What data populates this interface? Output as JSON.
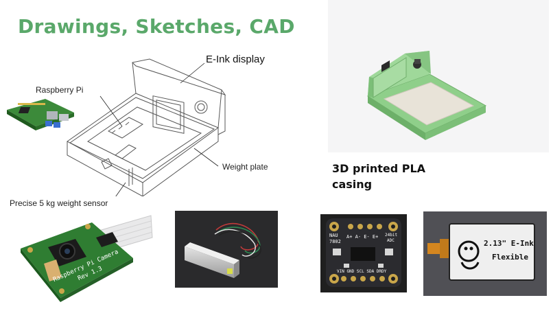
{
  "slide": {
    "title": "Drawings, Sketches, CAD",
    "caption_line1": "3D printed PLA",
    "caption_line2": "casing"
  },
  "drawing_labels": {
    "eink": "E-Ink display",
    "raspberry_pi": "Raspberry Pi",
    "weight_plate": "Weight plate",
    "sensor": "Precise 5 kg weight sensor"
  },
  "photo_text": {
    "camera_brand": "Raspberry Pi Camera",
    "camera_rev": "Rev 1.3",
    "adc_brand": "NAU",
    "adc_model": "7802",
    "adc_pins_top": "A+ A- E- E+",
    "adc_pins_bottom": "VIN GND SCL SDA DRDY",
    "adc_bits": "24bit",
    "adc_type": "ADC",
    "eink_size": "2.13\" E-Ink",
    "eink_flex": "Flexible"
  },
  "colors": {
    "title_green": "#5aa86a",
    "pla_green": "#8fcf8a",
    "pcb_green": "#2f7d32",
    "dark_bg": "#2b2b2b"
  }
}
